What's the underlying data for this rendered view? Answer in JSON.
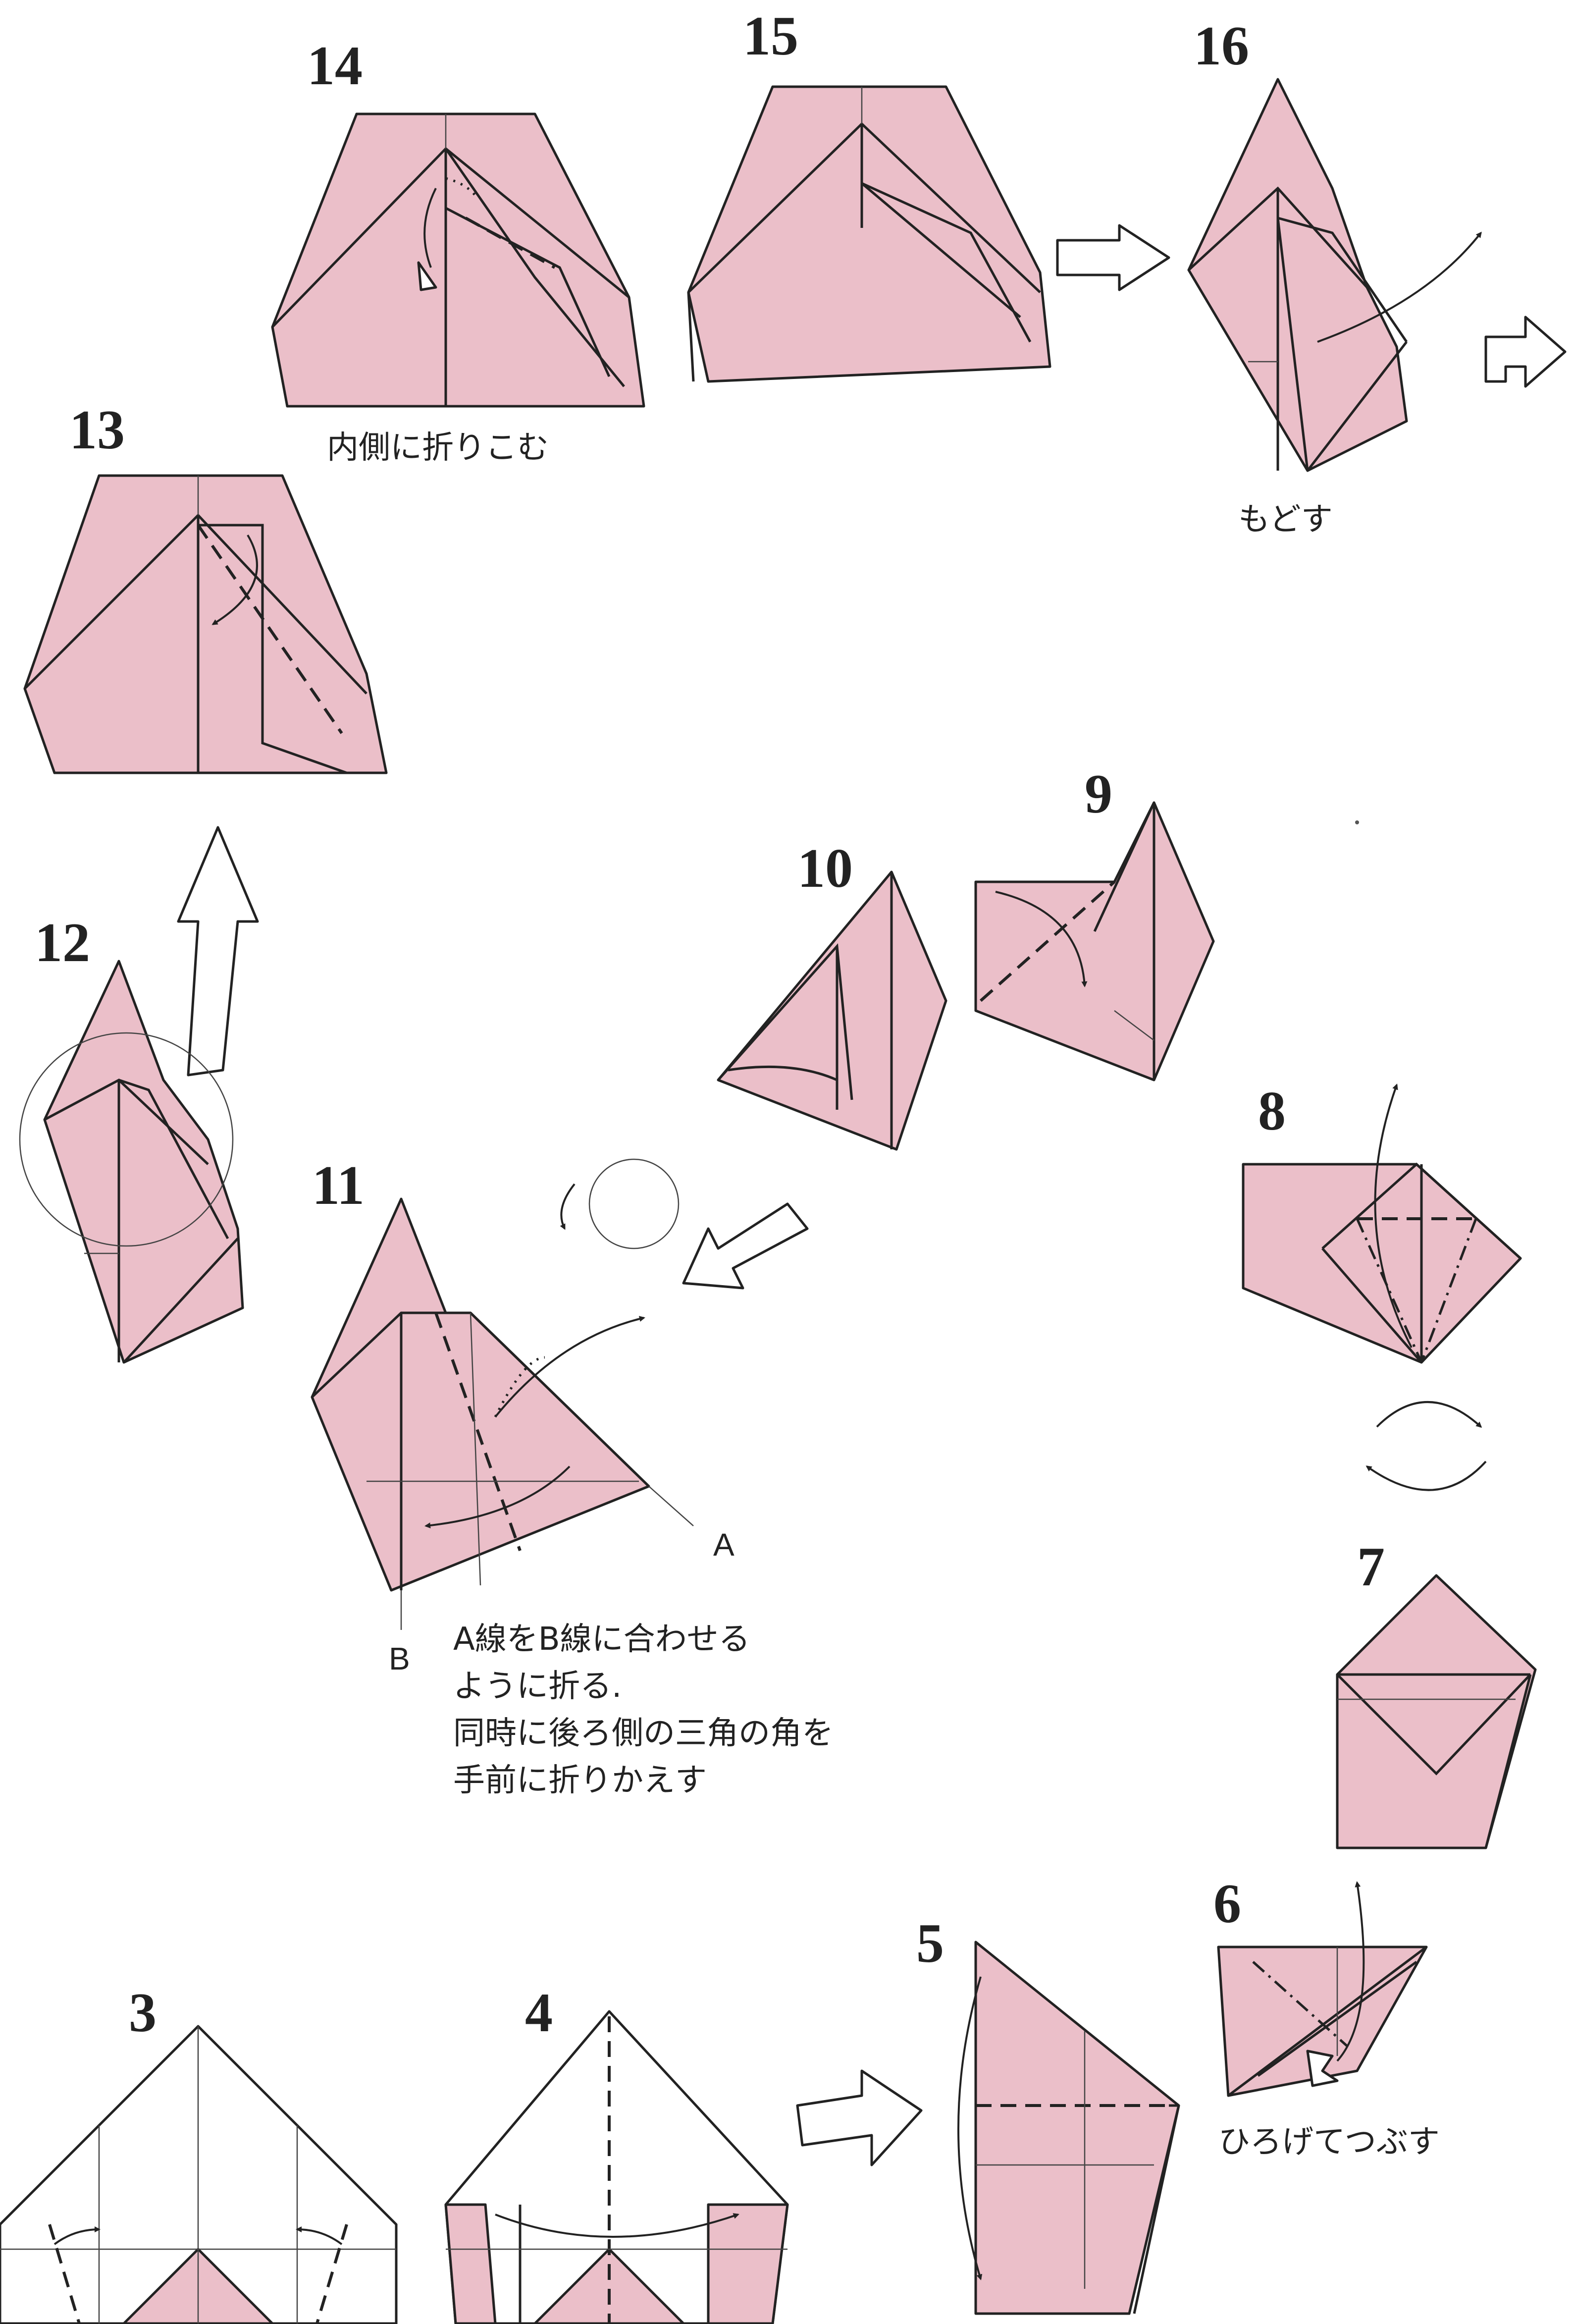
{
  "steps": {
    "s3": "3",
    "s4": "4",
    "s5": "5",
    "s6": "6",
    "s7": "7",
    "s8": "8",
    "s9": "9",
    "s10": "10",
    "s11": "11",
    "s12": "12",
    "s13": "13",
    "s14": "14",
    "s15": "15",
    "s16": "16"
  },
  "captions": {
    "step14": "内側に折りこむ",
    "step16": "もどす",
    "step6": "ひろげてつぶす",
    "step11_line1": "A線をB線に合わせる",
    "step11_line2": "ように折る.",
    "step11_line3": "同時に後ろ側の三角の角を",
    "step11_line4": "手前に折りかえす"
  },
  "labels": {
    "line_a": "A",
    "line_b": "B"
  },
  "colors": {
    "paper": "#ebbfc9",
    "line": "#222222",
    "background": "#ffffff"
  }
}
